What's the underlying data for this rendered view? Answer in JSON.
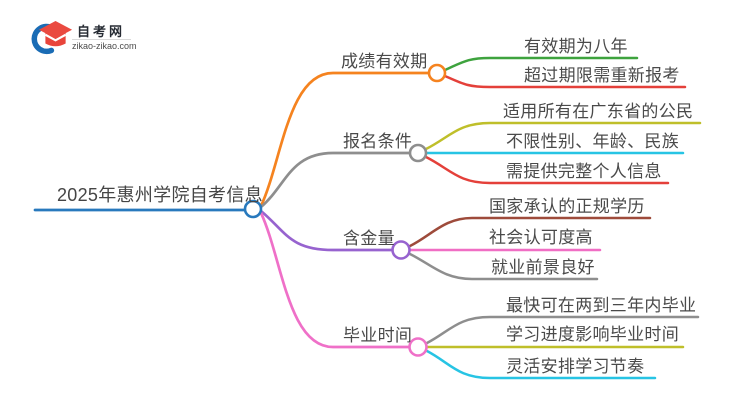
{
  "logo": {
    "site_name": "自考网",
    "site_domain": "zikao-zikao.com"
  },
  "palette": {
    "background": "#ffffff",
    "text": "#4a4a4a",
    "logo_blue": "#1a6cb5",
    "logo_red": "#e8443b"
  },
  "root": {
    "label": "2025年惠州学院自考信息",
    "color": "#2879bd"
  },
  "branches": [
    {
      "label": "成绩有效期",
      "color": "#f5831f",
      "children": [
        {
          "label": "有效期为八年",
          "color": "#3ea33e"
        },
        {
          "label": "超过期限需重新报考",
          "color": "#e4403a"
        }
      ]
    },
    {
      "label": "报名条件",
      "color": "#8e8e8e",
      "children": [
        {
          "label": "适用所有在广东省的公民",
          "color": "#bfbf2a"
        },
        {
          "label": "不限性别、年龄、民族",
          "color": "#27c4e4"
        },
        {
          "label": "需提供完整个人信息",
          "color": "#e4403a"
        }
      ]
    },
    {
      "label": "含金量",
      "color": "#9763cf",
      "children": [
        {
          "label": "国家承认的正规学历",
          "color": "#9e4b3b"
        },
        {
          "label": "社会认可度高",
          "color": "#f06ec4"
        },
        {
          "label": "就业前景良好",
          "color": "#8e8e8e"
        }
      ]
    },
    {
      "label": "毕业时间",
      "color": "#ef70c8",
      "children": [
        {
          "label": "最快可在两到三年内毕业",
          "color": "#8e8e8e"
        },
        {
          "label": "学习进度影响毕业时间",
          "color": "#bfbf2a"
        },
        {
          "label": "灵活安排学习节奏",
          "color": "#27c4e4"
        }
      ]
    }
  ]
}
